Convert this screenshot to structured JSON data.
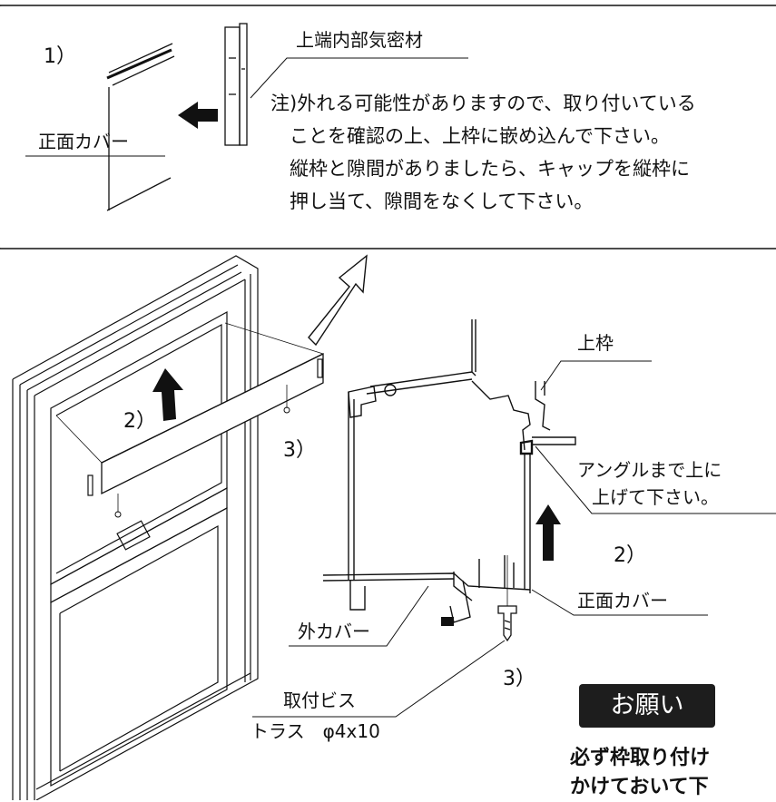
{
  "step1": {
    "number": "1）",
    "front_cover": "正面カバー",
    "top_seal": "上端内部気密材",
    "note_lines": [
      "注)外れる可能性がありますので、取り付いている",
      "　ことを確認の上、上枠に嵌め込んで下さい。",
      "　縦枠と隙間がありましたら、キャップを縦枠に",
      "　押し当て、隙間をなくして下さい。"
    ]
  },
  "labels": {
    "step2_left": "2）",
    "step3_left": "3）",
    "top_frame": "上枠",
    "angle_1": "アングルまで上に",
    "angle_2": "上げて下さい。",
    "step2_right": "2）",
    "front_cover": "正面カバー",
    "outer_cover": "外カバー",
    "step3_right": "3）",
    "screw_1": "取付ビス",
    "screw_2": "トラス　φ4x10"
  },
  "request": {
    "badge": "お願い",
    "line1": "必ず枠取り付け",
    "line2": "かけておいて下"
  }
}
